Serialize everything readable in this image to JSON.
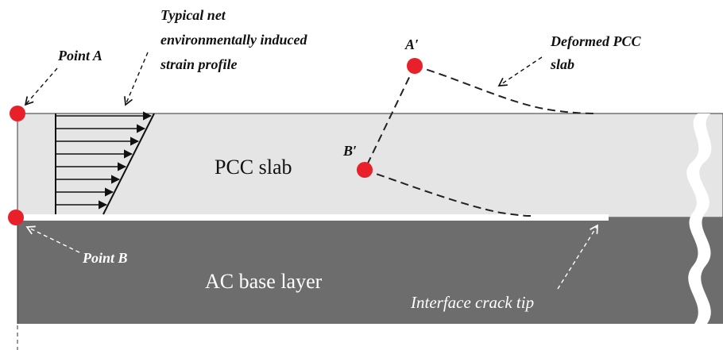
{
  "labels": {
    "point_a": "Point A",
    "point_b": "Point B",
    "strain_profile": [
      "Typical net",
      "environmentally induced",
      "strain profile"
    ],
    "a_prime": "A′",
    "b_prime": "B′",
    "deformed_slab": [
      "Deformed PCC",
      "slab"
    ],
    "pcc_slab": "PCC slab",
    "ac_base": "AC base layer",
    "crack_tip": "Interface crack tip"
  },
  "colors": {
    "pcc_fill": "#e5e5e5",
    "ac_fill": "#6e6d6e",
    "point_marker": "#e8202a",
    "outline": "#222222"
  }
}
